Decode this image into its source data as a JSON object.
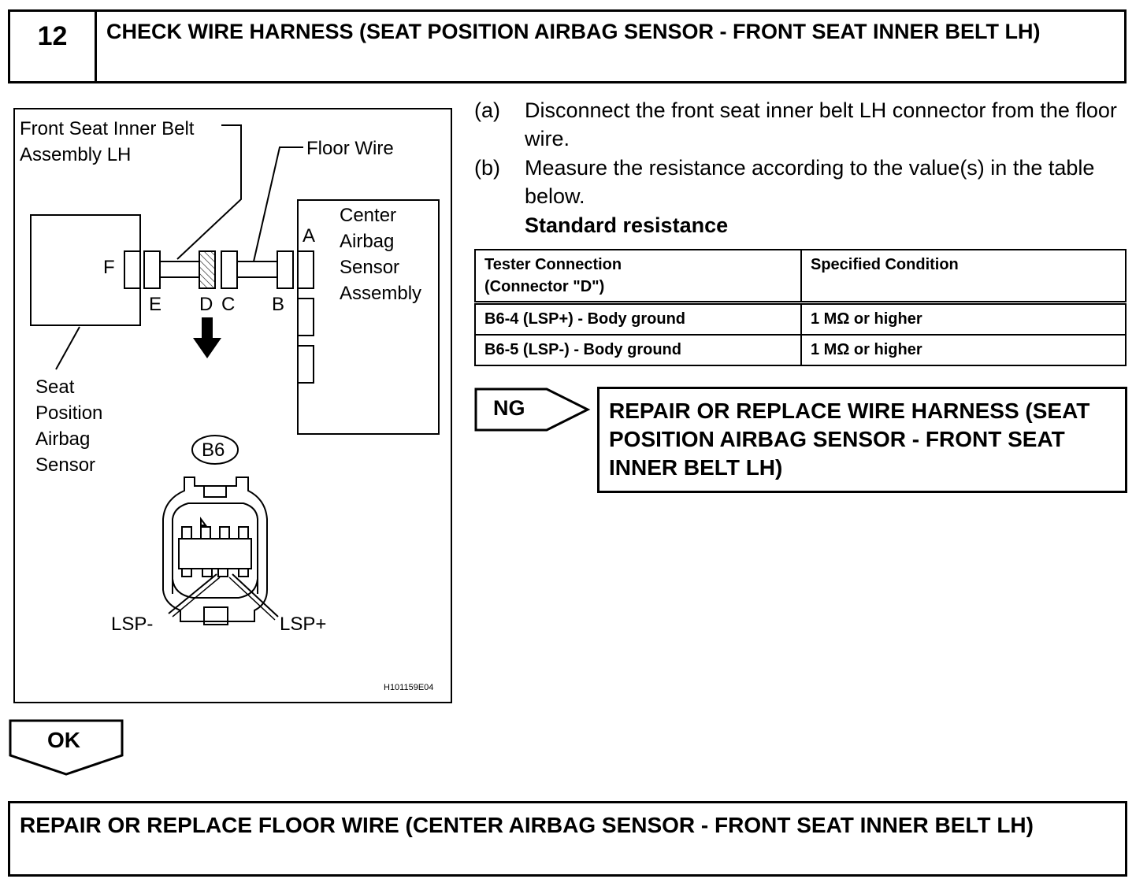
{
  "header": {
    "step_number": "12",
    "title": "CHECK WIRE HARNESS (SEAT POSITION AIRBAG SENSOR - FRONT SEAT INNER BELT LH)"
  },
  "figure": {
    "labels": {
      "inner_belt_line1": "Front Seat Inner Belt",
      "inner_belt_line2": "Assembly LH",
      "floor_wire": "Floor Wire",
      "center_line1": "Center",
      "center_line2": "Airbag",
      "center_line3": "Sensor",
      "center_line4": "Assembly",
      "seat_line1": "Seat",
      "seat_line2": "Position",
      "seat_line3": "Airbag",
      "seat_line4": "Sensor",
      "conn_a": "A",
      "conn_b": "B",
      "conn_c": "C",
      "conn_d": "D",
      "conn_e": "E",
      "conn_f": "F",
      "connector_id": "B6",
      "lsp_minus": "LSP-",
      "lsp_plus": "LSP+",
      "figure_code": "H101159E04"
    }
  },
  "instructions": [
    {
      "letter": "(a)",
      "text": "Disconnect the front seat inner belt LH connector from the floor wire."
    },
    {
      "letter": "(b)",
      "text": "Measure the resistance according to the value(s) in the table below."
    }
  ],
  "standard_heading": "Standard resistance",
  "table": {
    "headers": [
      "Tester Connection (Connector \"D\")",
      "Specified Condition"
    ],
    "header_line1": "Tester Connection",
    "header_line2": "(Connector \"D\")",
    "rows": [
      [
        "B6-4 (LSP+) - Body ground",
        "1 MΩ or higher"
      ],
      [
        "B6-5 (LSP-) - Body ground",
        "1 MΩ or higher"
      ]
    ]
  },
  "ng": {
    "label": "NG",
    "action": "REPAIR OR REPLACE WIRE HARNESS (SEAT POSITION AIRBAG SENSOR - FRONT SEAT INNER BELT LH)"
  },
  "ok": {
    "label": "OK",
    "action": "REPAIR OR REPLACE FLOOR WIRE (CENTER AIRBAG SENSOR  - FRONT SEAT INNER BELT LH)"
  }
}
